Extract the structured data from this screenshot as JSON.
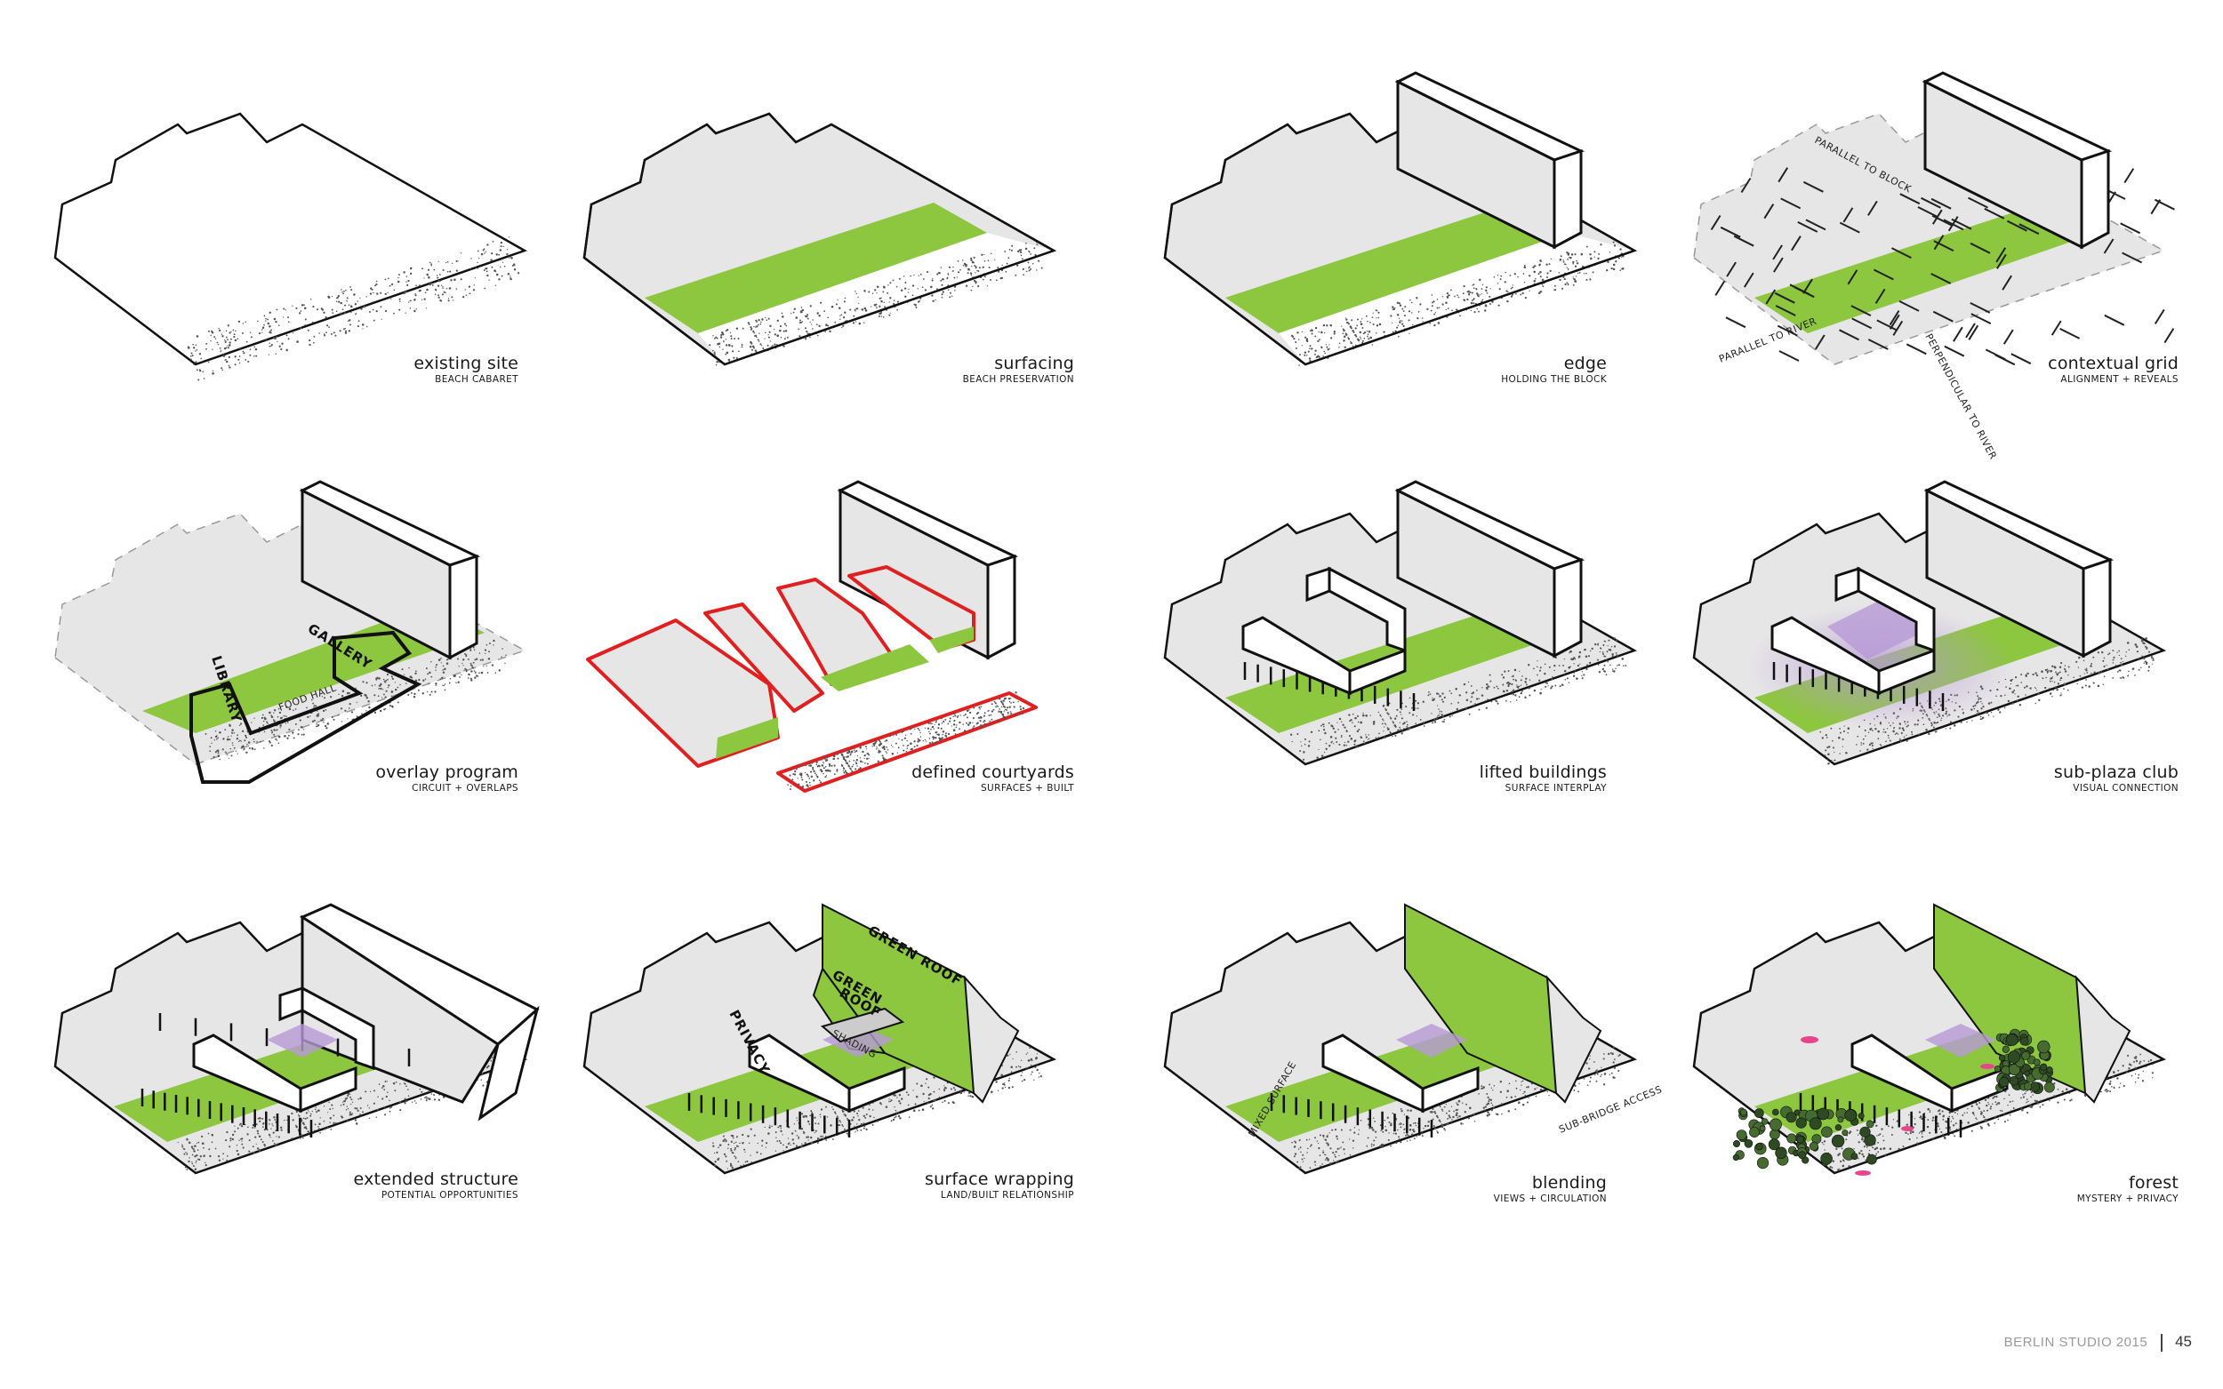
{
  "panels": [
    {
      "title": "existing site",
      "subtitle": "BEACH CABARET"
    },
    {
      "title": "surfacing",
      "subtitle": "BEACH PRESERVATION"
    },
    {
      "title": "edge",
      "subtitle": "HOLDING THE BLOCK"
    },
    {
      "title": "contextual grid",
      "subtitle": "ALIGNMENT + REVEALS",
      "labels": {
        "block": "PARALLEL TO BLOCK",
        "river": "PARALLEL TO RIVER",
        "perp": "PERPENDICULAR TO RIVER"
      }
    },
    {
      "title": "overlay program",
      "subtitle": "CIRCUIT + OVERLAPS",
      "labels": {
        "gallery": "GALLERY",
        "library": "LIBRARY",
        "food": "FOOD HALL"
      }
    },
    {
      "title": "defined courtyards",
      "subtitle": "SURFACES + BUILT"
    },
    {
      "title": "lifted buildings",
      "subtitle": "SURFACE INTERPLAY"
    },
    {
      "title": "sub-plaza club",
      "subtitle": "VISUAL CONNECTION"
    },
    {
      "title": "extended structure",
      "subtitle": "POTENTIAL OPPORTUNITIES"
    },
    {
      "title": "surface wrapping",
      "subtitle": "LAND/BUILT RELATIONSHIP",
      "labels": {
        "green_roof": "GREEN ROOF",
        "green": "GREEN",
        "roof": "ROOF",
        "privacy": "PRIVACY",
        "shading": "SHADING"
      }
    },
    {
      "title": "blending",
      "subtitle": "VIEWS + CIRCULATION",
      "labels": {
        "mixed": "MIXED SURFACE",
        "bridge": "SUB-BRIDGE ACCESS"
      }
    },
    {
      "title": "forest",
      "subtitle": "MYSTERY + PRIVACY"
    }
  ],
  "footer": {
    "studio": "BERLIN STUDIO 2015",
    "page": "45"
  },
  "colors": {
    "green": "#8dc63f",
    "grey": "#e6e6e6",
    "red": "#e02020",
    "purple": "#b79ad6",
    "dark_green": "#2e4a22",
    "pink": "#e8468c"
  }
}
